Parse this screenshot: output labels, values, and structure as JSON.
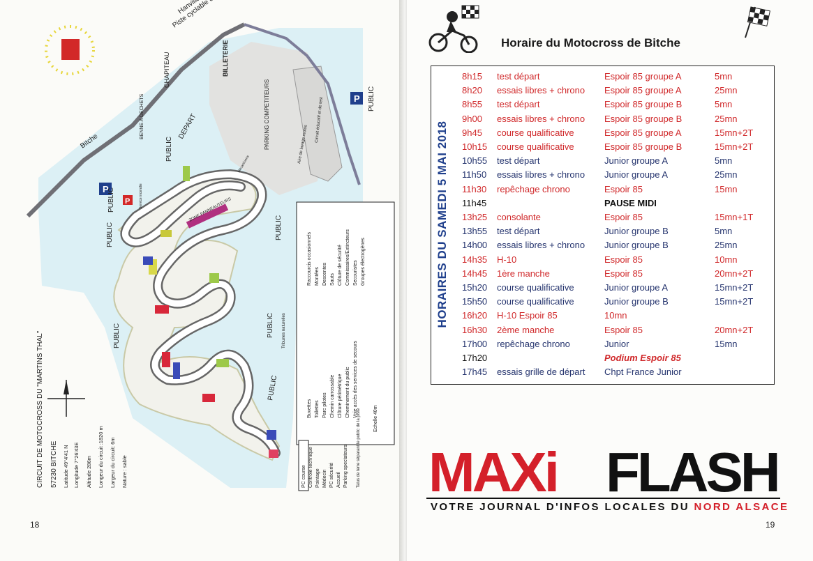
{
  "left_page": {
    "page_number": "18",
    "labels": {
      "hanviller": "Hanviller",
      "bitche": "Bitche",
      "piste_cyclable": "Piste cyclable carrossable",
      "chapiteau": "CHAPITEAU",
      "billeterie": "BILLETERIE",
      "depart": "DEPART",
      "parking_competiteurs": "PARKING COMPETITEURS",
      "benne": "BENNE A DECHETS",
      "zone_panneauteurs": "ZONE PANNEAUTEURS",
      "circuit_educatif": "Circuit éducatif et de test",
      "aire_lavage": "Aire de lavage motos",
      "public": "PUBLIC",
      "tribunes": "Tribunes naturelles",
      "service_incendie": "Service incendie",
      "mecaniciens": "Mécaniciens"
    },
    "circuit_info": {
      "title": "CIRCUIT DE MOTOCROSS DU \"MARTINS THAL\"",
      "address": "57230 BITCHE",
      "latitude": "Latitude 49°4'41 N",
      "longitude": "Longitude 7°26'43E",
      "altitude": "Altitude 286m",
      "longueur": "Longeur du circuit :1820 m",
      "largeur": "Largeur du circuit: 6m",
      "nature": "Nature : sable"
    },
    "legend_numbers": [
      "PC course",
      "Contrôle technique",
      "Pointage",
      "Médecin",
      "PC sécurité",
      "Accueil",
      "Parking spectateurs"
    ],
    "legend_talus": "Talus de terre séparant le public de la piste",
    "legend_icons": [
      "Buvettes",
      "Toilettes",
      "Parc pilotes",
      "Chemin carrossable",
      "Clôture périmétrique",
      "Cheminement du public",
      "Voie accès des services de secours"
    ],
    "legend_right": [
      "Raccourcis occasionnels",
      "Montées",
      "Descentes",
      "Sauts",
      "Clôture de sécurité",
      "Commissaires/Extincteurs",
      "Secouristes",
      "Groupes électrogènes"
    ],
    "echelle": "Echelle 40m"
  },
  "right_page": {
    "page_number": "19",
    "title": "Horaire du Motocross de Bitche",
    "side_title": "HORAIRES DU SAMEDI 5 MAI 2018",
    "schedule": [
      {
        "time": "8h15",
        "activity": "test départ",
        "category": "Espoir 85 groupe A",
        "duration": "5mn",
        "style": "red"
      },
      {
        "time": "8h20",
        "activity": "essais libres + chrono",
        "category": "Espoir 85 groupe A",
        "duration": "25mn",
        "style": "red"
      },
      {
        "time": "8h55",
        "activity": "test départ",
        "category": "Espoir 85 groupe B",
        "duration": "5mn",
        "style": "red"
      },
      {
        "time": "9h00",
        "activity": "essais libres + chrono",
        "category": "Espoir 85 groupe B",
        "duration": "25mn",
        "style": "red"
      },
      {
        "time": "9h45",
        "activity": "course qualificative",
        "category": "Espoir 85 groupe A",
        "duration": "15mn+2T",
        "style": "red"
      },
      {
        "time": "10h15",
        "activity": "course qualificative",
        "category": "Espoir 85 groupe B",
        "duration": "15mn+2T",
        "style": "red"
      },
      {
        "time": "10h55",
        "activity": "test départ",
        "category": "Junior groupe A",
        "duration": "5mn",
        "style": "blue"
      },
      {
        "time": "11h50",
        "activity": "essais libres + chrono",
        "category": "Junior groupe A",
        "duration": "25mn",
        "style": "blue"
      },
      {
        "time": "11h30",
        "activity": "repêchage chrono",
        "category": "Espoir 85",
        "duration": "15mn",
        "style": "red"
      },
      {
        "time": "11h45",
        "activity": "",
        "category": "PAUSE MIDI",
        "duration": "",
        "style": "pause"
      },
      {
        "time": "13h25",
        "activity": "consolante",
        "category": "Espoir 85",
        "duration": "15mn+1T",
        "style": "red"
      },
      {
        "time": "13h55",
        "activity": "test départ",
        "category": "Junior groupe B",
        "duration": "5mn",
        "style": "blue"
      },
      {
        "time": "14h00",
        "activity": "essais libres + chrono",
        "category": "Junior groupe B",
        "duration": "25mn",
        "style": "blue"
      },
      {
        "time": "14h35",
        "activity": "H-10",
        "category": "Espoir 85",
        "duration": "10mn",
        "style": "red"
      },
      {
        "time": "14h45",
        "activity": "1ère manche",
        "category": "Espoir 85",
        "duration": "20mn+2T",
        "style": "red"
      },
      {
        "time": "15h20",
        "activity": "course qualificative",
        "category": "Junior groupe A",
        "duration": "15mn+2T",
        "style": "blue"
      },
      {
        "time": "15h50",
        "activity": "course qualificative",
        "category": "Junior groupe B",
        "duration": "15mn+2T",
        "style": "blue"
      },
      {
        "time": "16h20",
        "activity": "H-10     Espoir 85",
        "category": "10mn",
        "duration": "",
        "style": "red"
      },
      {
        "time": "16h30",
        "activity": "2ème manche",
        "category": "Espoir 85",
        "duration": "20mn+2T",
        "style": "red"
      },
      {
        "time": "17h00",
        "activity": "repêchage chrono",
        "category": "Junior",
        "duration": "15mn",
        "style": "blue"
      },
      {
        "time": "17h20",
        "activity": "",
        "category": "Podium Espoir 85",
        "duration": "",
        "style": "podium"
      },
      {
        "time": "17h45",
        "activity": "essais grille de départ",
        "category": "Chpt France Junior",
        "duration": "",
        "style": "blue"
      }
    ],
    "logo": {
      "maxi": "MAXi",
      "flash": "FLASH",
      "tagline_prefix": "VOTRE JOURNAL D'INFOS LOCALES DU ",
      "tagline_highlight": "NORD ALSACE"
    }
  },
  "colors": {
    "red": "#d0282a",
    "blue": "#25346e",
    "map_public": "#d9eef4",
    "map_parking": "#e3e3e3",
    "road": "#7a7a80"
  }
}
